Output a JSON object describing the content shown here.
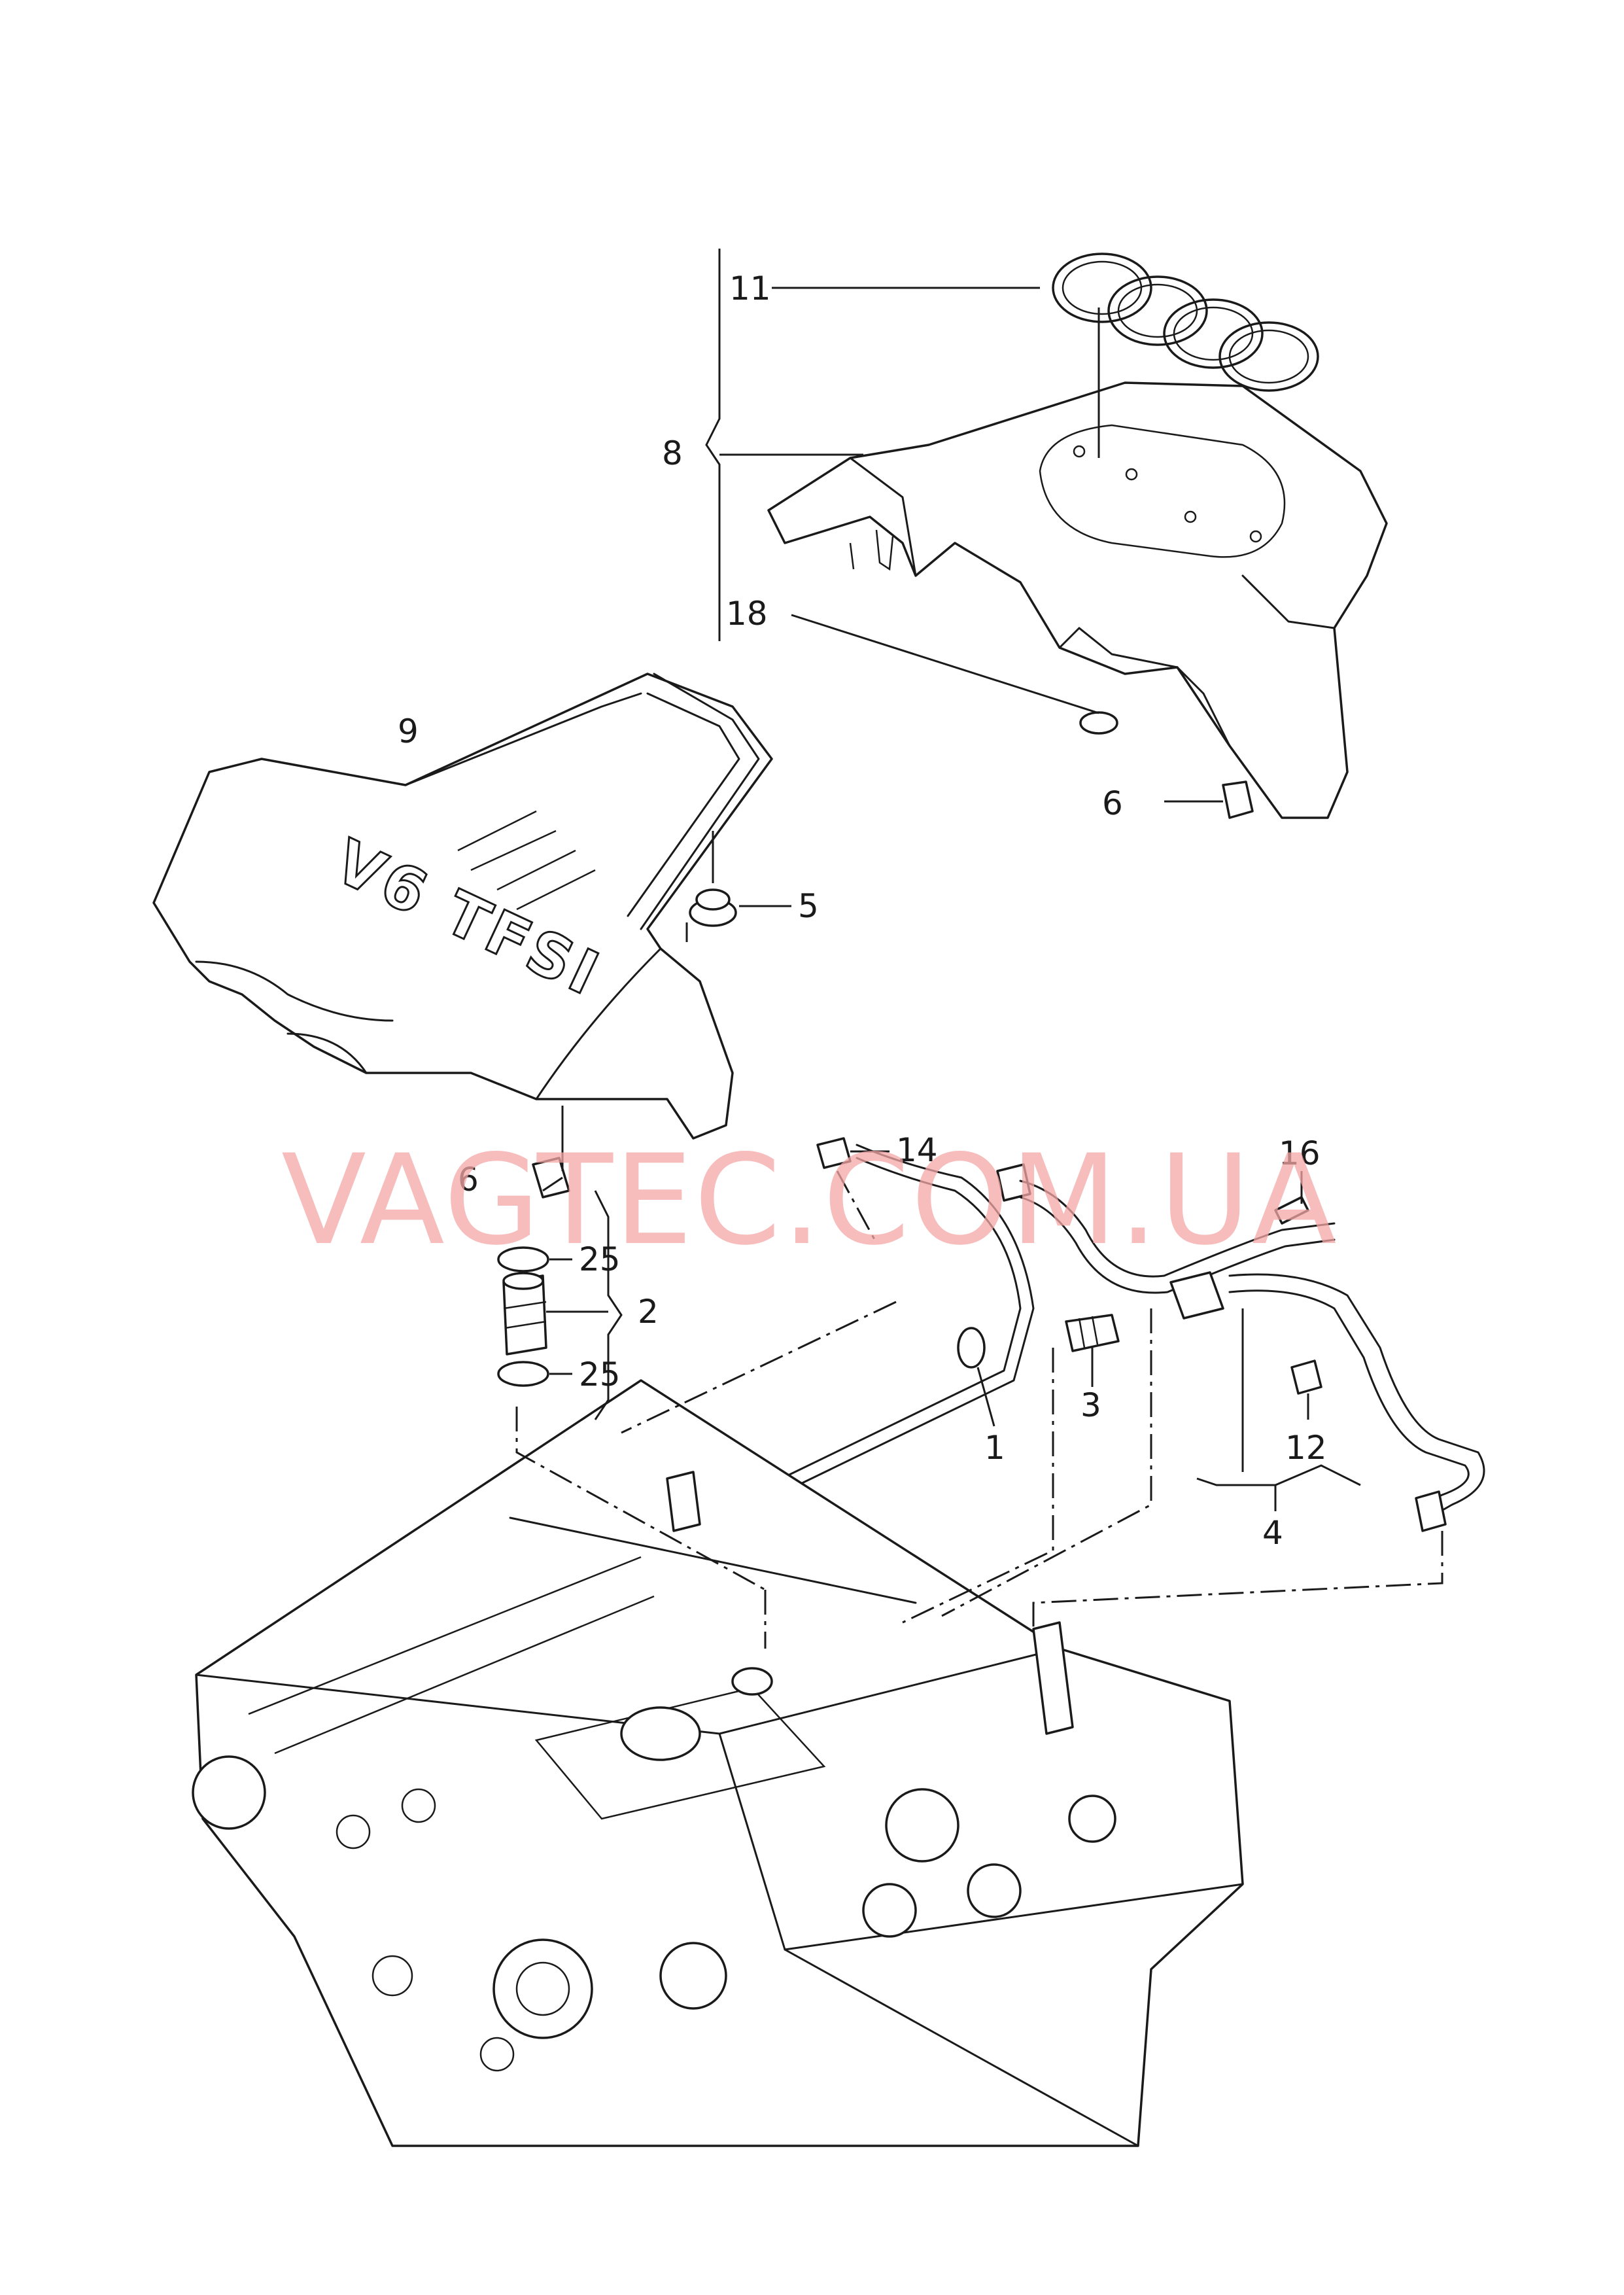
{
  "watermark": "VAGTEC.COM.UA",
  "cover_lettering": "V6 TFSI",
  "callouts": {
    "c1": "1",
    "c2": "2",
    "c3": "3",
    "c4": "4",
    "c5": "5",
    "c6_top": "6",
    "c6_bottom": "6",
    "c8": "8",
    "c9": "9",
    "c11": "11",
    "c12": "12",
    "c14": "14",
    "c16": "16",
    "c18": "18",
    "c25_top": "25",
    "c25_bottom": "25"
  },
  "colors": {
    "ink": "#1a1a1a",
    "watermark": "#f4a6a6",
    "background": "#ffffff"
  }
}
